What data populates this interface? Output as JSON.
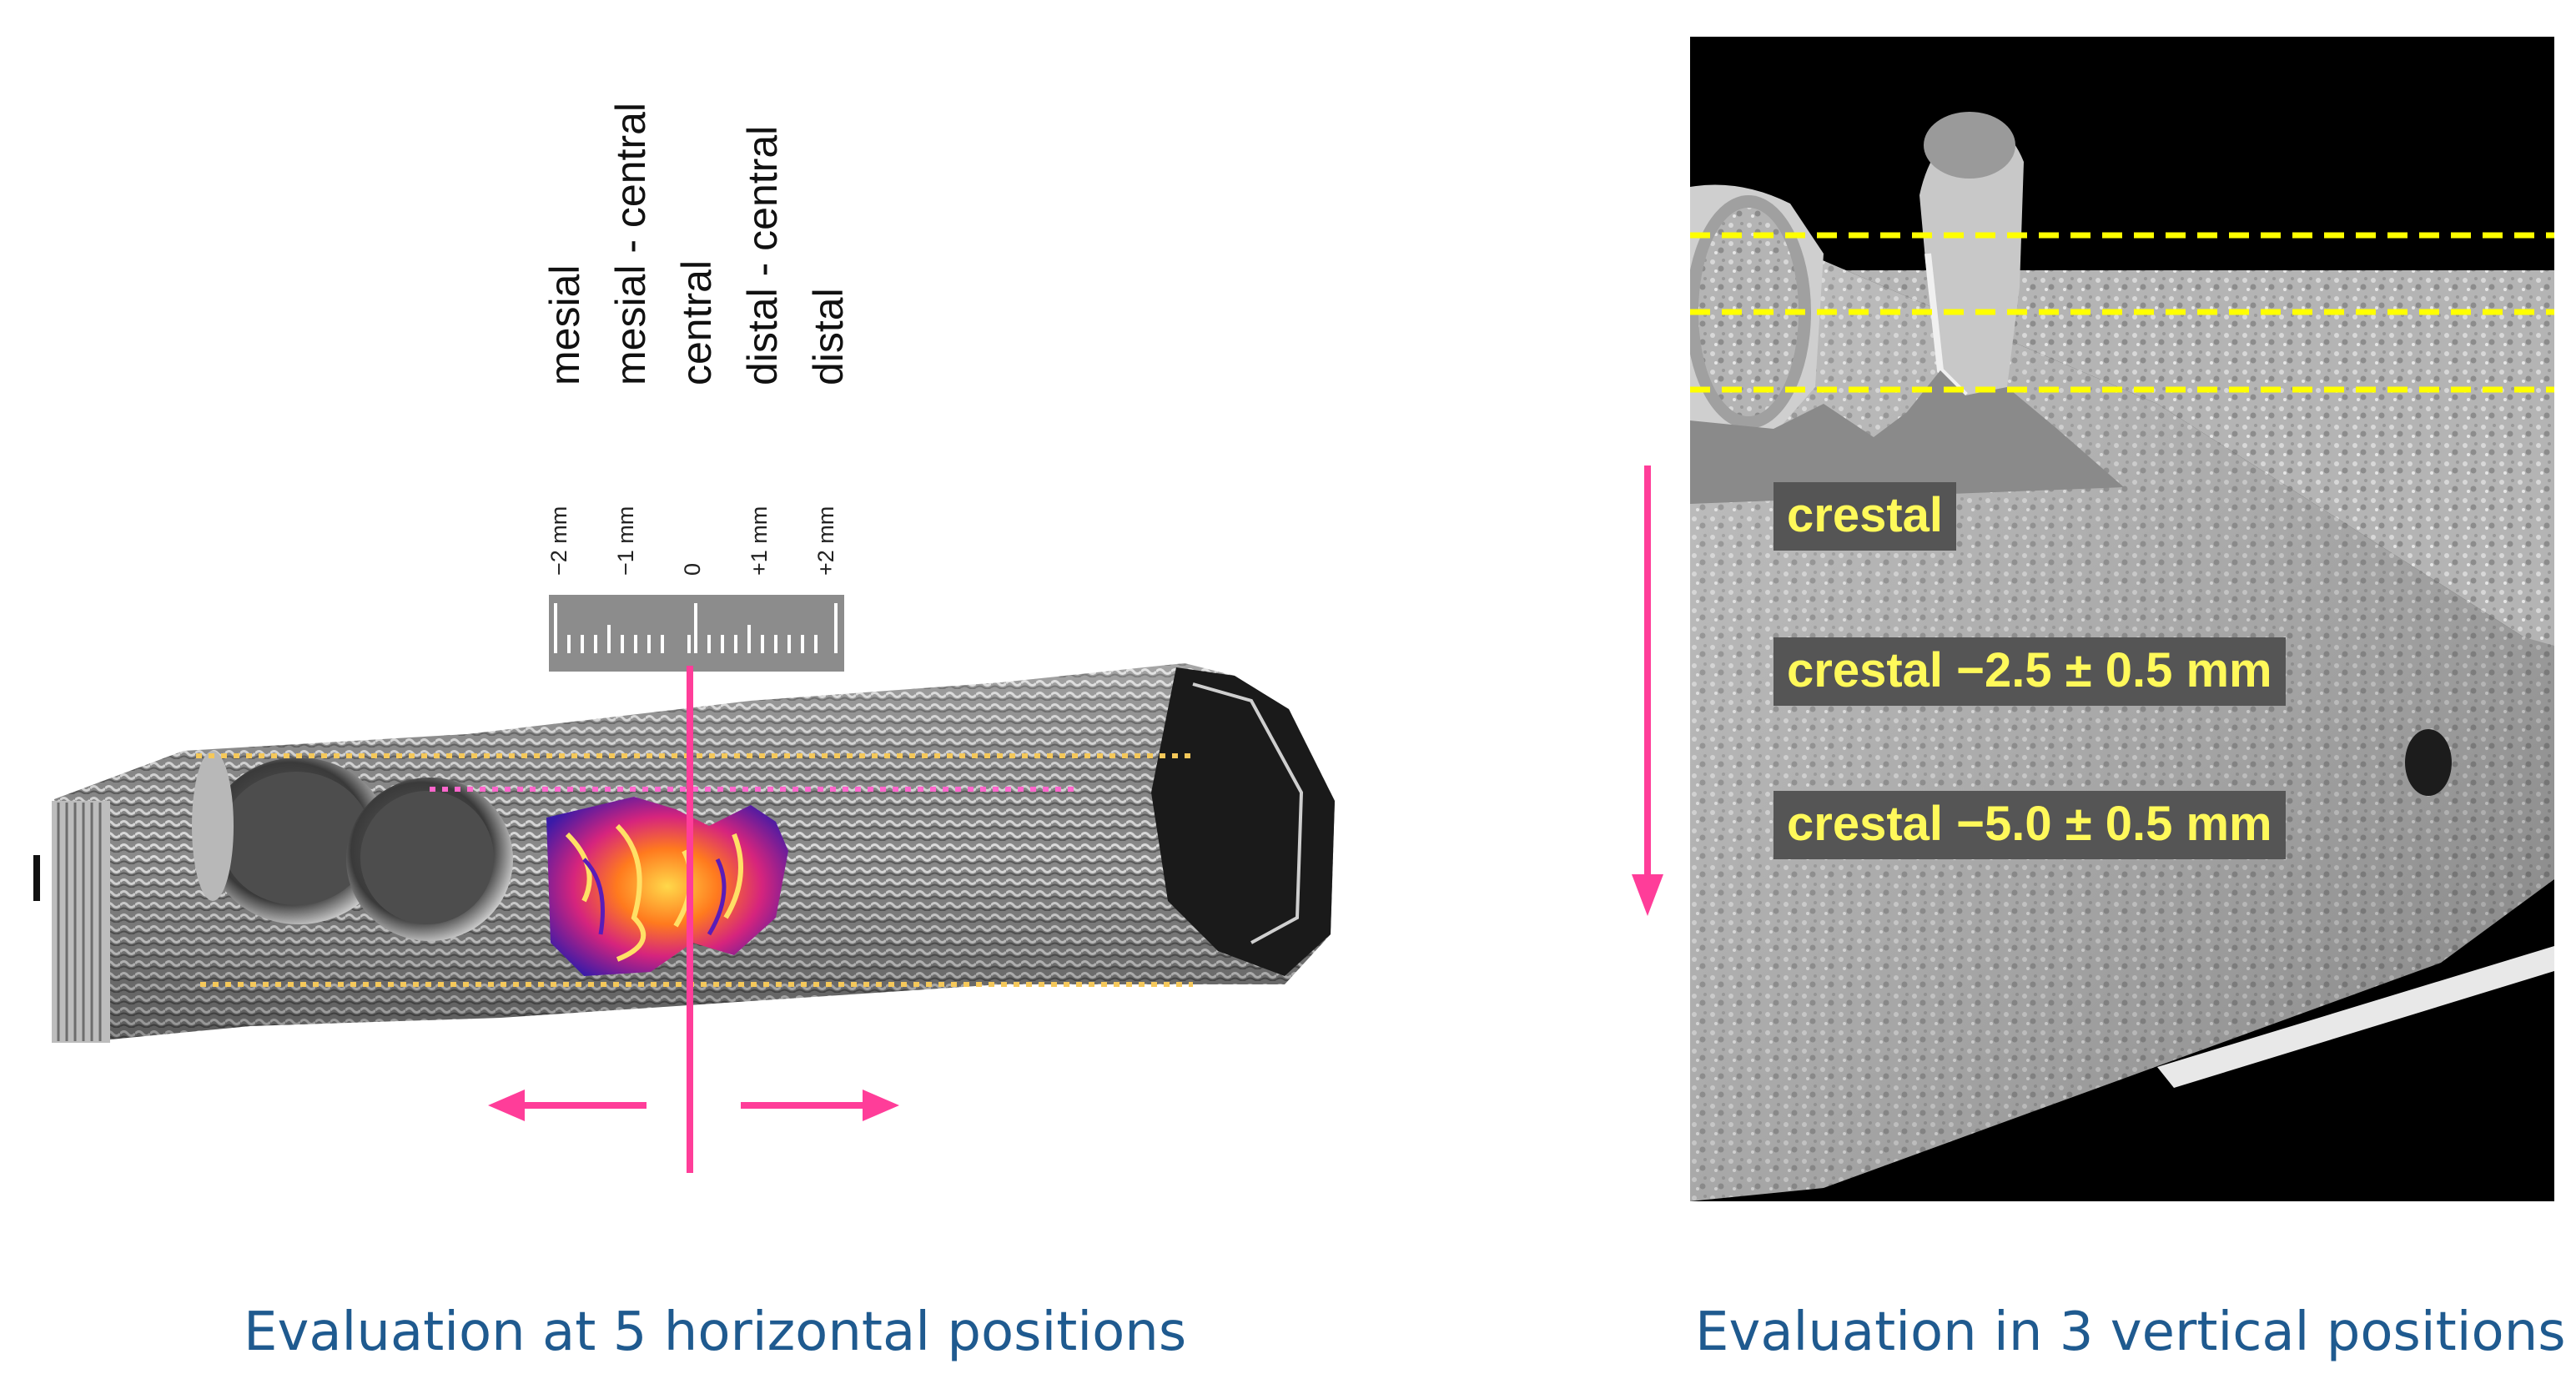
{
  "left_panel": {
    "position_labels": [
      "mesial",
      "mesial - central",
      "central",
      "distal - central",
      "distal"
    ],
    "ruler_ticks": [
      "−2 mm",
      "−1 mm",
      "0",
      "+1 mm",
      "+2 mm"
    ],
    "caption": "Evaluation at 5 horizontal positions"
  },
  "right_panel": {
    "levels": [
      "crestal",
      "crestal −2.5 ± 0.5 mm",
      "crestal −5.0 ± 0.5 mm"
    ],
    "caption": "Evaluation in 3 vertical positions"
  },
  "colors": {
    "pink": "#ff3d99",
    "yellow": "#ffff00",
    "caption_blue": "#1f5a8f"
  }
}
